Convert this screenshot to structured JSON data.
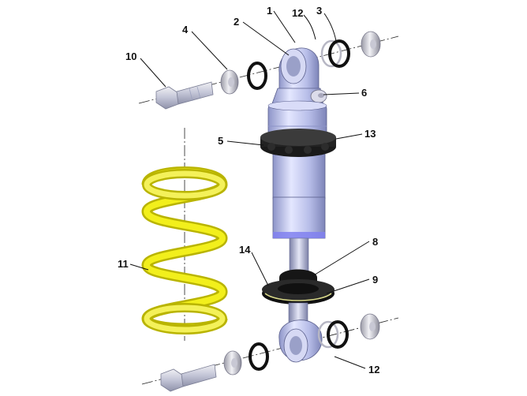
{
  "callouts": [
    {
      "id": "c1",
      "label": "1"
    },
    {
      "id": "c2",
      "label": "2"
    },
    {
      "id": "c12a",
      "label": "12"
    },
    {
      "id": "c3",
      "label": "3"
    },
    {
      "id": "c4",
      "label": "4"
    },
    {
      "id": "c10",
      "label": "10"
    },
    {
      "id": "c6",
      "label": "6"
    },
    {
      "id": "c5",
      "label": "5"
    },
    {
      "id": "c13",
      "label": "13"
    },
    {
      "id": "c11",
      "label": "11"
    },
    {
      "id": "c14",
      "label": "14"
    },
    {
      "id": "c8",
      "label": "8"
    },
    {
      "id": "c9",
      "label": "9"
    },
    {
      "id": "c12b",
      "label": "12"
    }
  ],
  "colors": {
    "spring": "#f2ef1c",
    "spring_shade": "#b9b400",
    "body": "#c7ccf2",
    "body_shade": "#8d94c8",
    "body_dark": "#5a5f8c",
    "ring_black": "#111111",
    "hardware": "#d8d8e2",
    "seal_blue": "#8080f0"
  }
}
